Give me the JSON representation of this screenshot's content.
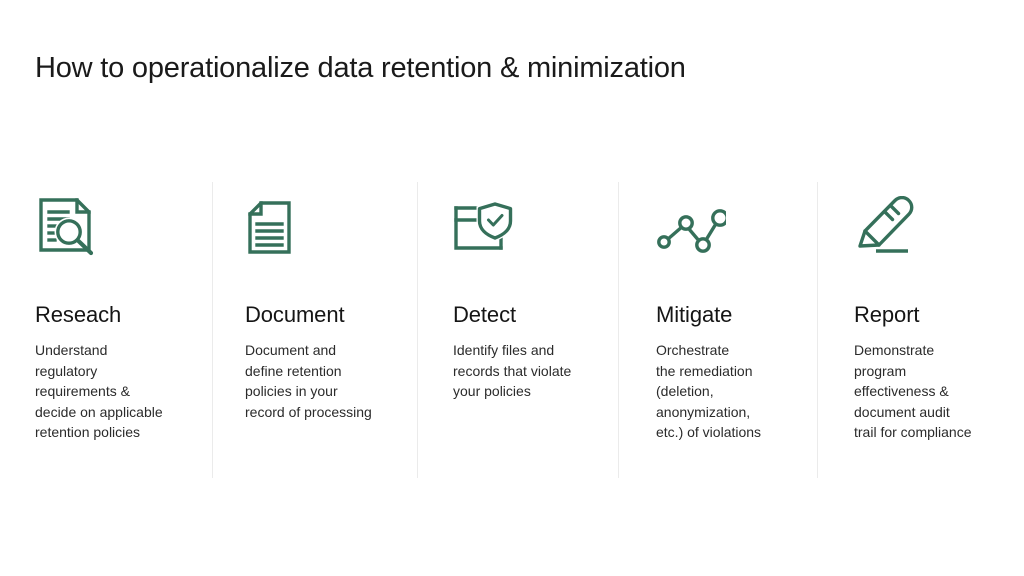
{
  "slide": {
    "title": "How to operationalize data retention & minimization",
    "background_color": "#ffffff",
    "title_color": "#1a1a1a",
    "accent_color": "#35705a",
    "divider_color": "#ebebeb",
    "body_text_color": "#2b2b2b"
  },
  "columns": [
    {
      "icon": "document-magnifier-icon",
      "heading": "Reseach",
      "body": "Understand\nregulatory\nrequirements &\ndecide on applicable\nretention policies"
    },
    {
      "icon": "document-lines-icon",
      "heading": "Document",
      "body": "Document and\ndefine retention\npolicies in your\nrecord of processing"
    },
    {
      "icon": "folder-shield-check-icon",
      "heading": "Detect",
      "body": "Identify files and\nrecords that violate\nyour policies"
    },
    {
      "icon": "network-nodes-icon",
      "heading": "Mitigate",
      "body": "Orchestrate\nthe remediation\n(deletion,\nanonymization,\n etc.) of violations"
    },
    {
      "icon": "pencil-write-icon",
      "heading": "Report",
      "body": "Demonstrate\nprogram\neffectiveness &\ndocument audit\ntrail for compliance"
    }
  ]
}
